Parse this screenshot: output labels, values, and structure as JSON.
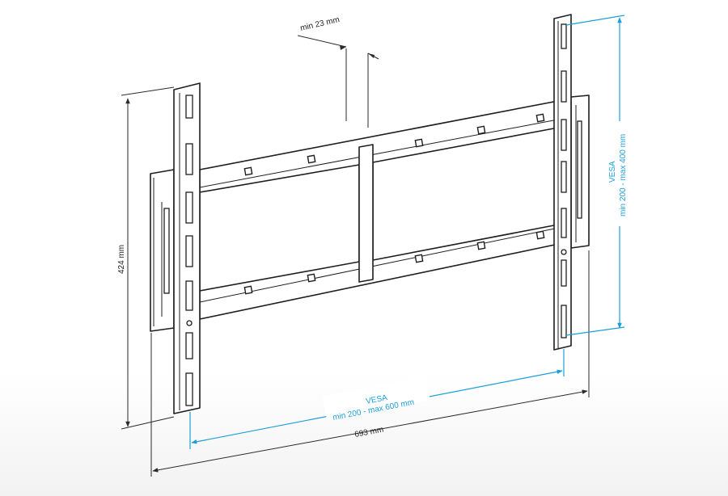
{
  "labels": {
    "depth": "min 23 mm",
    "height": "424 mm",
    "width": "693 mm",
    "vesa_h_title": "VESA",
    "vesa_h_range": "min 200 - max 600 mm",
    "vesa_v_title": "VESA",
    "vesa_v_range": "min 200 - max 400 mm"
  },
  "colors": {
    "line": "#1e1e1e",
    "accent": "#1a9fd8",
    "background": "#ffffff"
  }
}
